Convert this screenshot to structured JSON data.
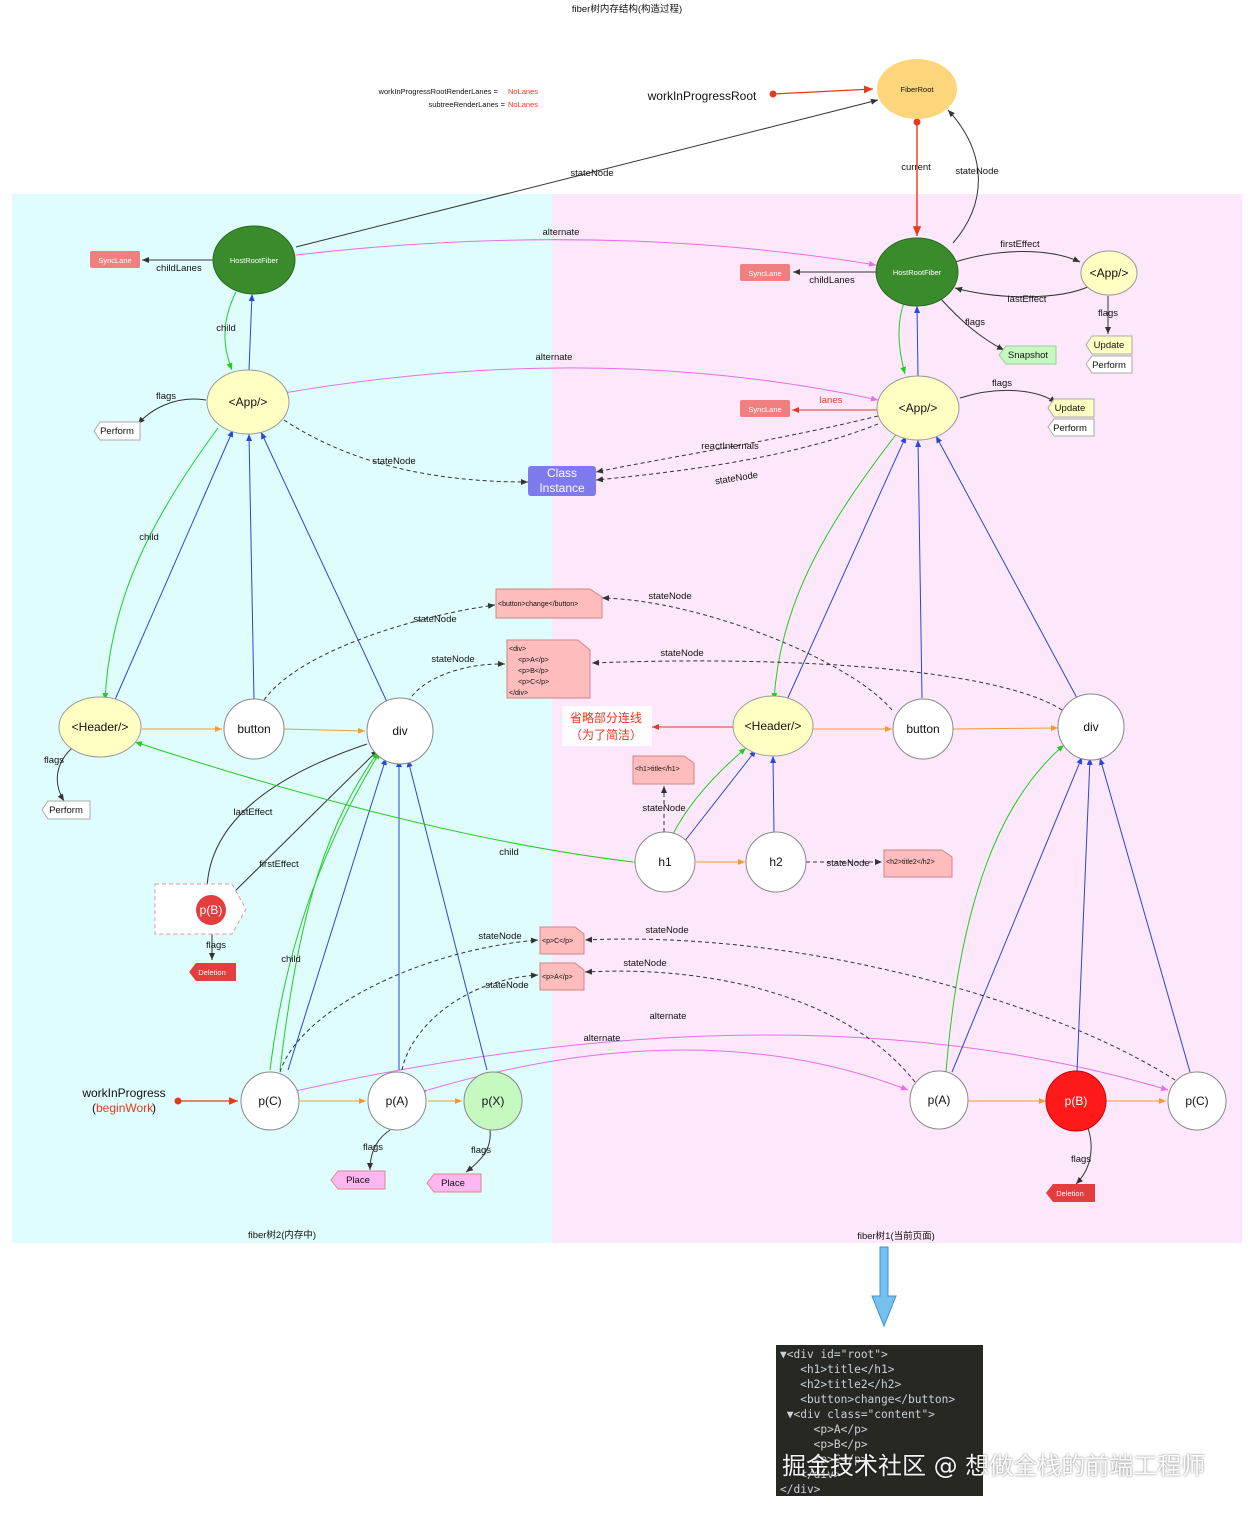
{
  "title": "fiber树内存结构(构造过程)",
  "colors": {
    "left_bg": "#dffdfd",
    "right_bg": "#fde8fb",
    "green": "#3a8b2c",
    "yellow": "#ffffc4",
    "fiber_root": "#fdd57a",
    "red": "#ff1a1a",
    "pink_label": "#f08080",
    "note": "#ffbcbc",
    "blue_node": "#7f79ee"
  },
  "top": {
    "lanes_line1_label": "workInProgressRootRenderLanes = ",
    "lanes_line1_value": "NoLanes",
    "lanes_line2_label": "subtreeRenderLanes = ",
    "lanes_line2_value": "NoLanes",
    "wip_root": "workInProgressRoot",
    "fiber_root": "FiberRoot",
    "current": "current",
    "state_node": "stateNode"
  },
  "regions": {
    "left": "fiber树2(内存中)",
    "right": "fiber树1(当前页面)"
  },
  "left": {
    "host": "HostRootFiber",
    "sync_lane": "SyncLane",
    "child_lanes": "childLanes",
    "app": "<App/>",
    "header": "<Header/>",
    "button": "button",
    "div": "div",
    "pb": "p(B)",
    "pc": "p(C)",
    "pa": "p(A)",
    "px": "p(X)",
    "perform": "Perform",
    "deletion": "Deletion",
    "place": "Place",
    "flags": "flags",
    "child": "child",
    "last_effect": "lastEffect",
    "first_effect": "firstEffect",
    "state_node": "stateNode",
    "wip_label": "workInProgress",
    "begin_work": "beginWork",
    "paren_open": "(",
    "paren_close": ")"
  },
  "right": {
    "host": "HostRootFiber",
    "sync_lane": "SyncLane",
    "child_lanes": "childLanes",
    "app_small": "<App/>",
    "first_effect": "firstEffect",
    "last_effect": "lastEffect",
    "flags": "flags",
    "update": "Update",
    "perform": "Perform",
    "snapshot": "Snapshot",
    "app": "<App/>",
    "lanes": "lanes",
    "react_internals": "reactInternals",
    "state_node": "stateNode",
    "header": "<Header/>",
    "button": "button",
    "div": "div",
    "h1": "h1",
    "h2": "h2",
    "pa": "p(A)",
    "pb": "p(B)",
    "pc": "p(C)",
    "deletion": "Deletion",
    "omit_line1": "省略部分连线",
    "omit_line2": "（为了简洁）"
  },
  "shared": {
    "alternate": "alternate",
    "class_instance_1": "Class",
    "class_instance_2": "Instance",
    "state_node": "stateNode",
    "dom_button": "<button>change</button>",
    "dom_div": [
      "<div>",
      "  <p>A</p>",
      "  <p>B</p>",
      "  <p>C</p>",
      "</div>"
    ],
    "dom_h1": "<h1>title</h1>",
    "dom_h2": "<h2>title2</h2>",
    "dom_pc": "<p>C</p>",
    "dom_pa": "<p>A</p>"
  },
  "code": [
    "▼<div id=\"root\">",
    "   <h1>title</h1>",
    "   <h2>title2</h2>",
    "   <button>change</button>",
    " ▼<div class=\"content\">",
    "     <p>A</p>",
    "     <p>B</p>",
    "     <p>C</p>",
    "   </div>",
    "</div>"
  ],
  "watermark": "掘金技术社区 @ 想做全栈的前端工程师"
}
